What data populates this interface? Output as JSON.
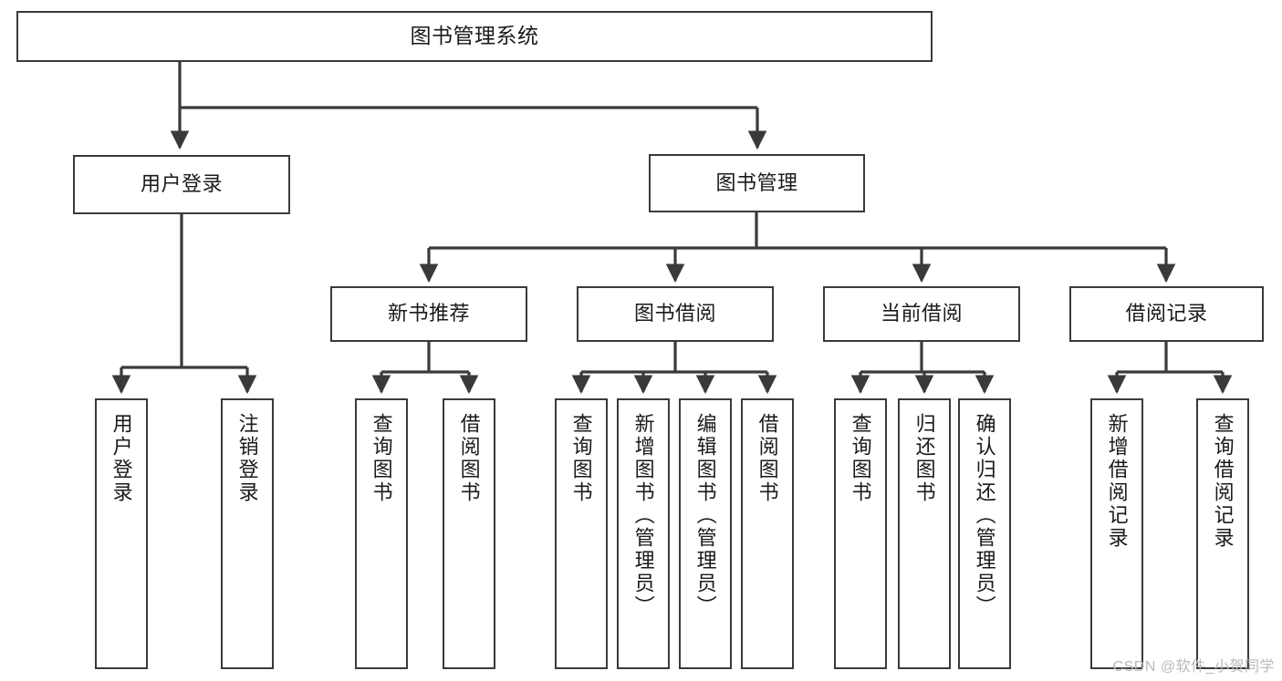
{
  "diagram": {
    "title": "图书管理系统",
    "type": "tree",
    "watermark": "CSDN @软件_小贺同学",
    "colors": {
      "box_border": "#3a3a3a",
      "box_fill": "#ffffff",
      "connector": "#3a3a3a",
      "text": "#1a1a1a",
      "watermark": "#b9b9b9"
    }
  },
  "nodes": {
    "root": {
      "label": "图书管理系统"
    },
    "level2": [
      {
        "label": "用户登录"
      },
      {
        "label": "图书管理"
      }
    ],
    "level3": [
      {
        "label": "新书推荐"
      },
      {
        "label": "图书借阅"
      },
      {
        "label": "当前借阅"
      },
      {
        "label": "借阅记录"
      }
    ],
    "leaves": {
      "user_login": [
        {
          "label": "用户登录"
        },
        {
          "label": "注销登录"
        }
      ],
      "new_book_recommend": [
        {
          "label": "查询图书"
        },
        {
          "label": "借阅图书"
        }
      ],
      "book_borrow": [
        {
          "label": "查询图书"
        },
        {
          "label": "新增图书（管理员）"
        },
        {
          "label": "编辑图书（管理员）"
        },
        {
          "label": "借阅图书"
        }
      ],
      "current_borrow": [
        {
          "label": "查询图书"
        },
        {
          "label": "归还图书"
        },
        {
          "label": "确认归还（管理员）"
        }
      ],
      "borrow_record": [
        {
          "label": "新增借阅记录"
        },
        {
          "label": "查询借阅记录"
        }
      ]
    }
  }
}
